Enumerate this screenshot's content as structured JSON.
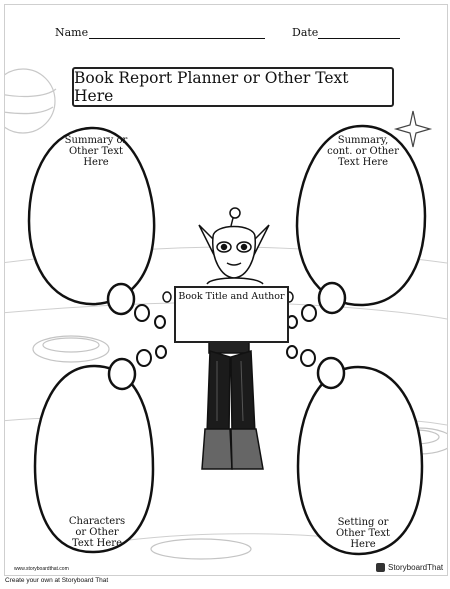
{
  "header": {
    "name_label": "Name",
    "date_label": "Date"
  },
  "title": "Book Report Planner or Other Text Here",
  "bubbles": {
    "top_left": [
      "Summary or",
      "Other Text",
      "Here"
    ],
    "top_right": [
      "Summary,",
      "cont. or Other",
      "Text Here"
    ],
    "bottom_left": [
      "Characters",
      "or Other",
      "Text Here"
    ],
    "bottom_right": [
      "Setting or",
      "Other Text",
      "Here"
    ]
  },
  "book_box": "Book Title and Author",
  "watermark": {
    "site": "www.storyboardthat.com",
    "brand": "StoryboardThat"
  },
  "footer": "Create your own at Storyboard That",
  "icons": [
    "sparkle-star-icon",
    "storyboardthat-logo-icon"
  ]
}
